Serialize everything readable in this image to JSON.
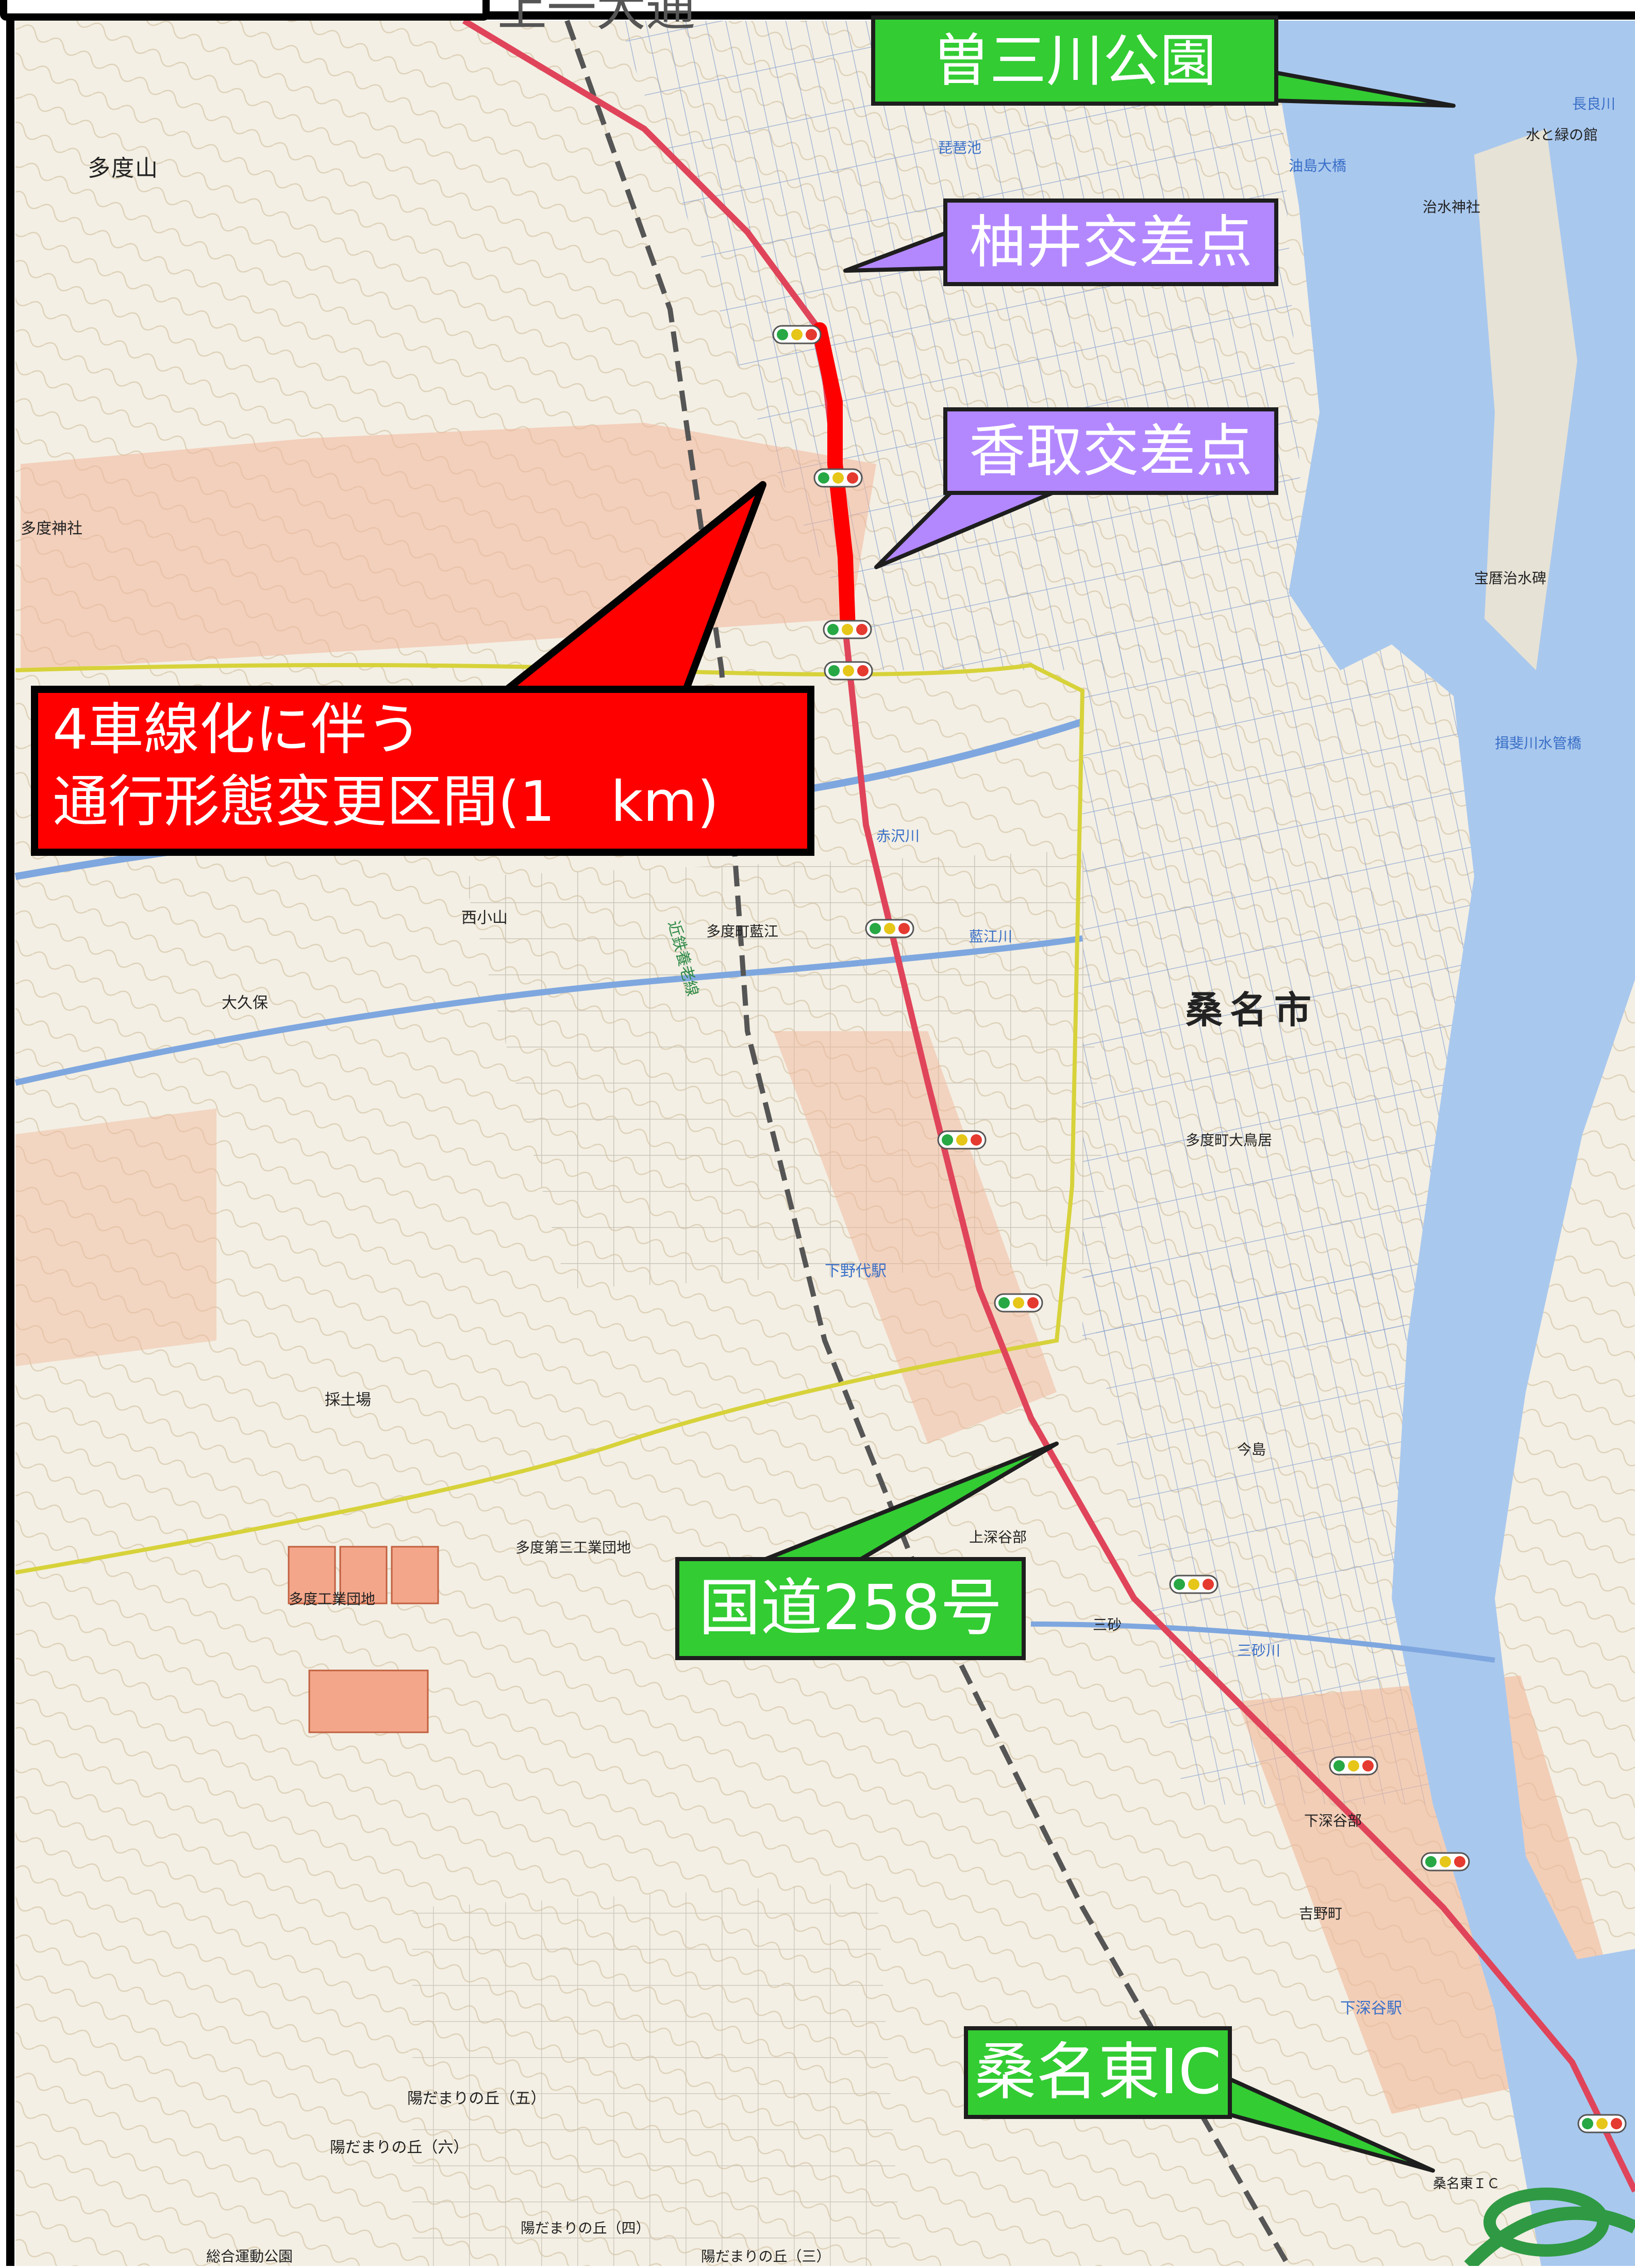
{
  "header": {
    "caption": "上一大通"
  },
  "callouts": {
    "park": "曽三川公園",
    "yui": "柚井交差点",
    "katori": "香取交差点",
    "section_line1": "4車線化に伴う",
    "section_line2": "通行形態変更区間(1　km)",
    "route": "国道258号",
    "ic": "桑名東IC"
  },
  "place_labels": {
    "city": "桑名市",
    "mountain": "多度山",
    "shrine": "多度神社",
    "nishi_koyama": "西小山",
    "okubo": "大久保",
    "shimonoshiro_station": "下野代駅",
    "shimofukaya_station": "下深谷駅",
    "tado_industrial": "多度工業団地",
    "tado_third_industrial": "多度第三工業団地",
    "youdamari5": "陽だまりの丘（五）",
    "youdamari6": "陽だまりの丘（六）",
    "youdamari4": "陽だまりの丘（四）",
    "youdamari3": "陽だまりの丘（三）",
    "sports_park": "総合運動公園",
    "mizutomidori": "水と緑の館",
    "nagaragawa": "長良川",
    "aburajima_bridge": "油島大橋",
    "chisui_shrine": "治水神社",
    "houreki": "宝暦治水碑",
    "ibi_pipe_bridge": "揖斐川水管橋",
    "kuwana_higashi_small": "桑名東ＩＣ",
    "kintetsu": "近鉄養老線",
    "sansa": "三砂",
    "sansa_river": "三砂川",
    "aie_river": "藍江川",
    "akasawa_river": "赤沢川",
    "tado_aie": "多度町藍江",
    "tado_oshii": "多度町大鳥居",
    "yoshino": "吉野町",
    "shimofukayabe": "下深谷部",
    "kamifukayabe": "上深谷部",
    "biwaike": "琵琶池",
    "saido": "採土場",
    "imajima": "今島"
  },
  "colors": {
    "map_bg": "#f3efe4",
    "water": "#a9c8ee",
    "route": "#e0445a",
    "section": "#ff0000",
    "builtup": "#f2b79a",
    "prefecture_line": "#d7d23a",
    "callout_green": "#33cc33",
    "callout_violet": "#b388ff"
  },
  "icons": {
    "signal": "traffic-signal-icon"
  }
}
